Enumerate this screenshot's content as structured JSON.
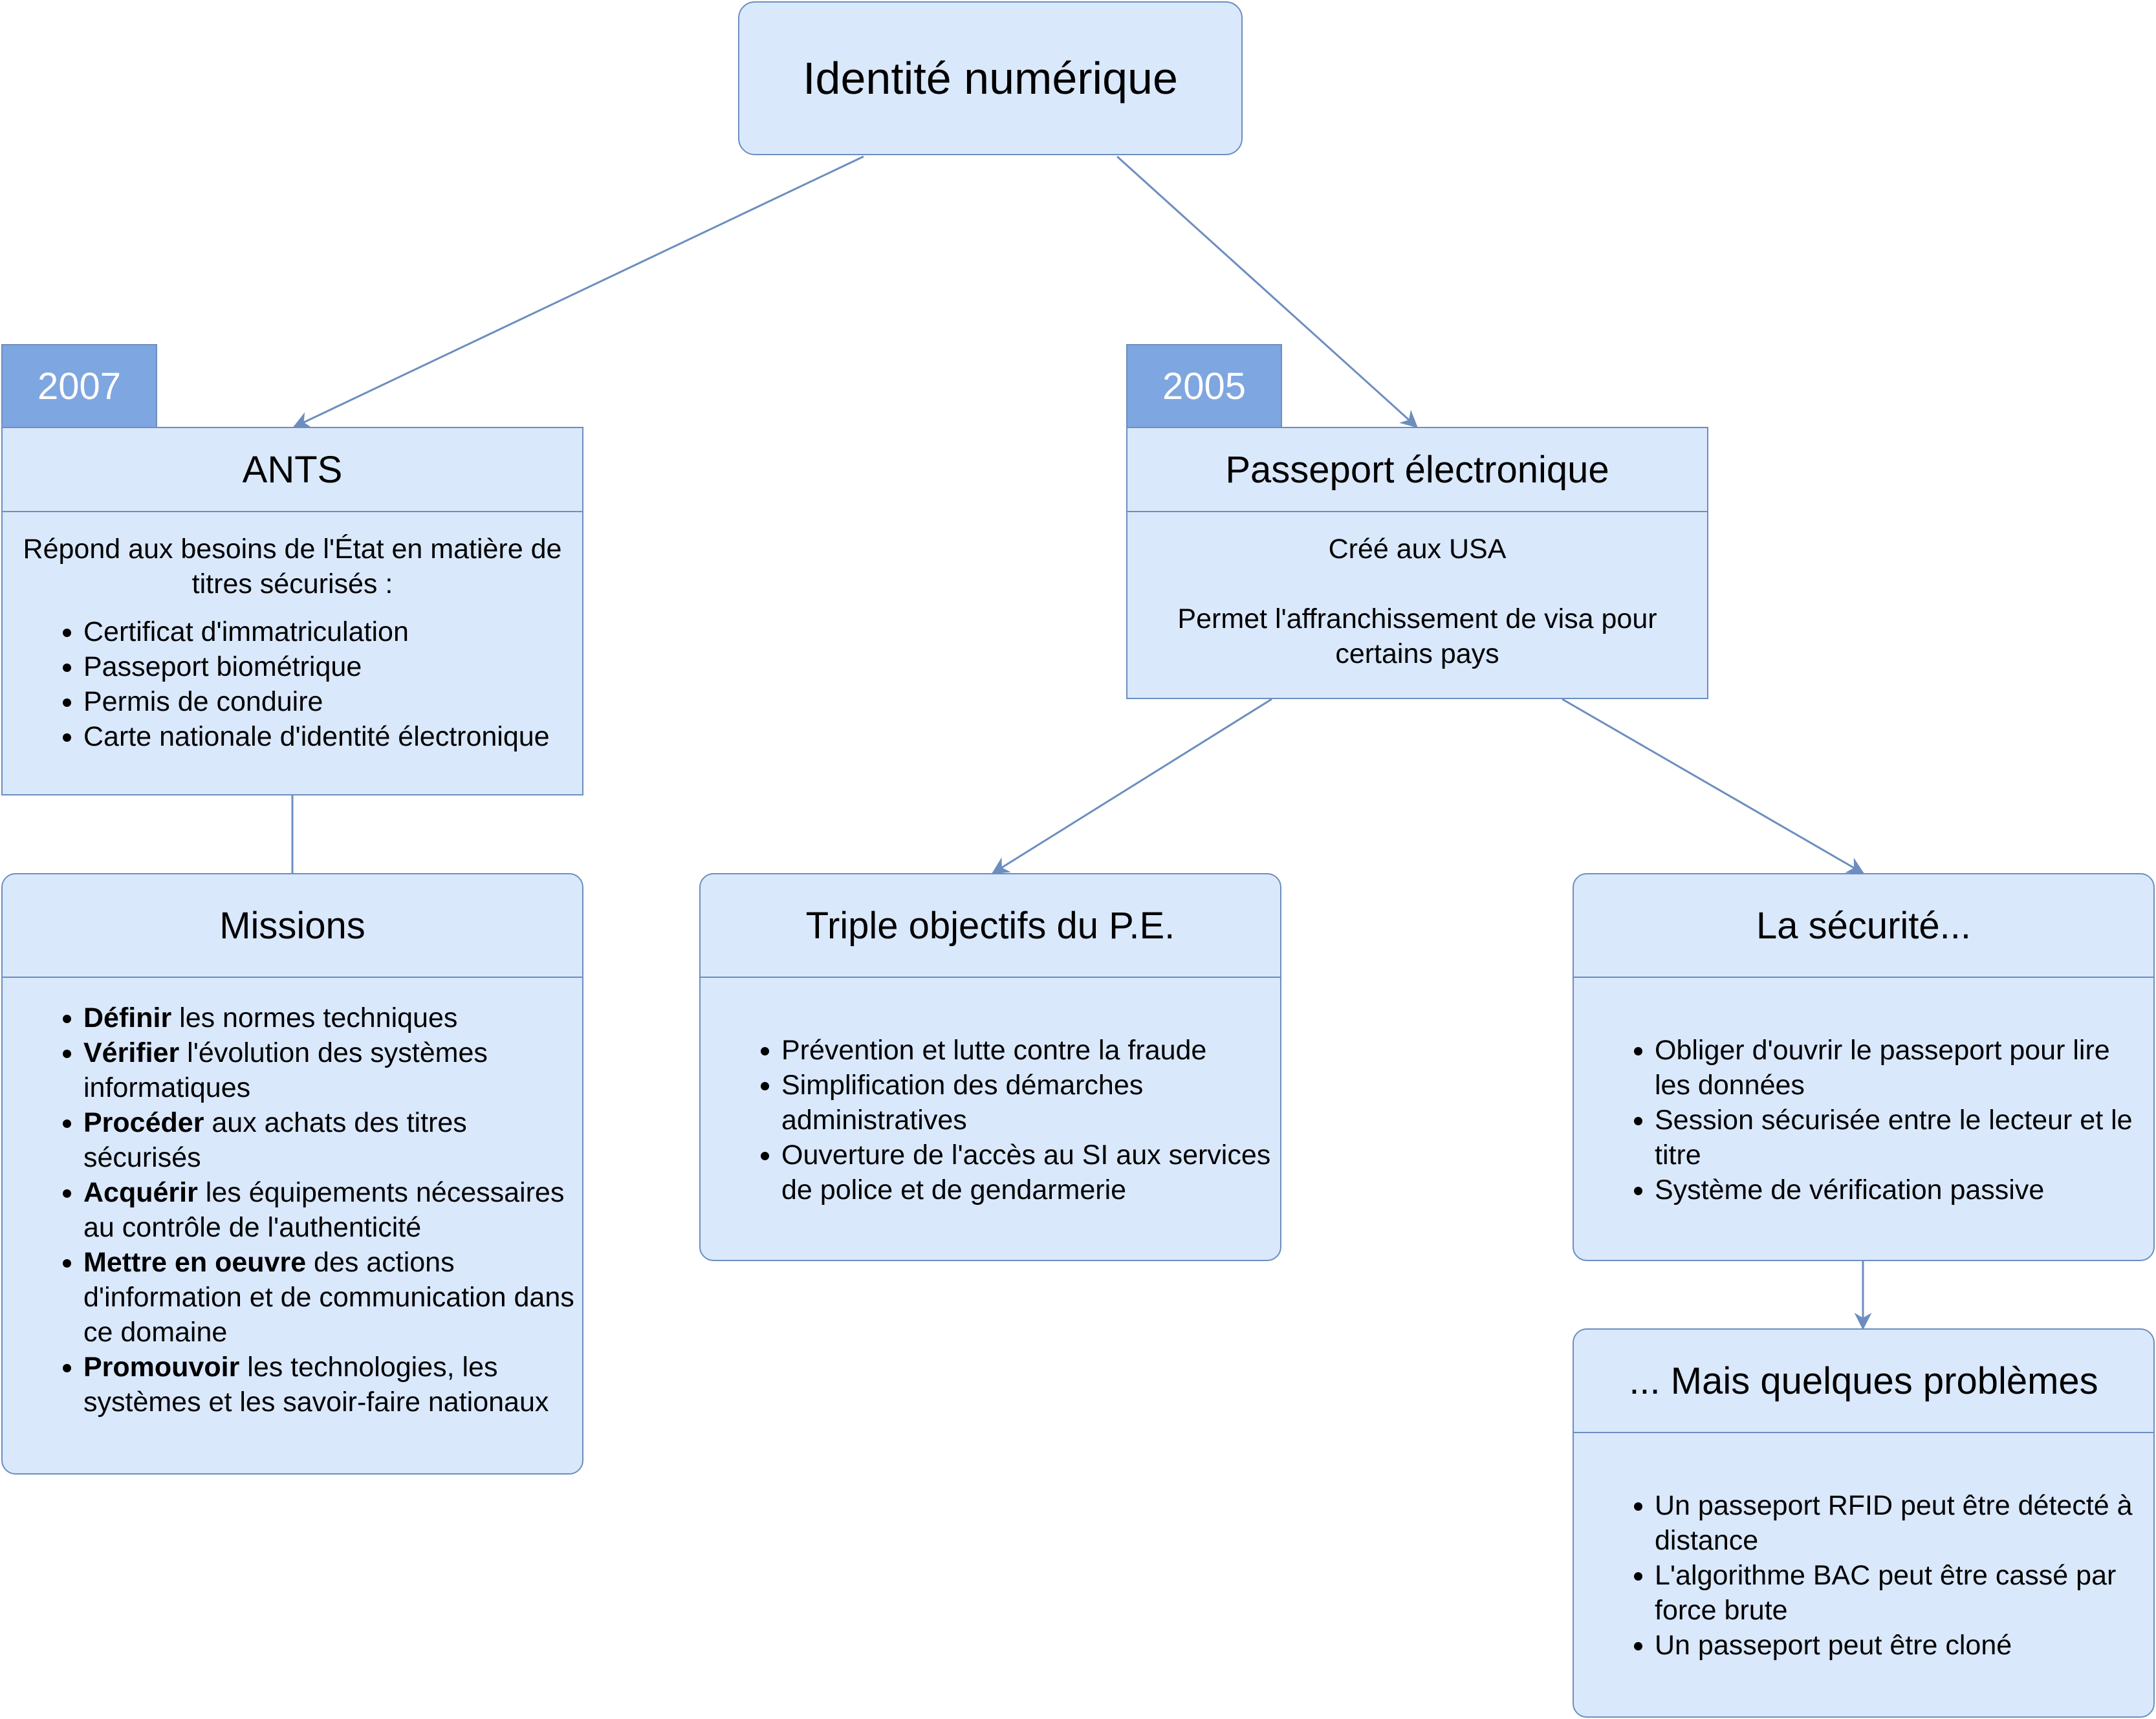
{
  "root": {
    "label": "Identité numérique"
  },
  "ants": {
    "year": "2007",
    "title": "ANTS",
    "intro": "Répond aux besoins de l'État en matière de titres sécurisés :",
    "items": [
      "Certificat d'immatriculation",
      "Passeport biométrique",
      "Permis de conduire",
      "Carte nationale d'identité électronique"
    ]
  },
  "missions": {
    "title": "Missions",
    "items": [
      {
        "bold": "Définir",
        "rest": " les normes techniques"
      },
      {
        "bold": "Vérifier",
        "rest": " l'évolution des systèmes informatiques"
      },
      {
        "bold": "Procéder",
        "rest": " aux achats des titres sécurisés"
      },
      {
        "bold": "Acquérir",
        "rest": " les équipements nécessaires au contrôle de l'authenticité"
      },
      {
        "bold": "Mettre en oeuvre",
        "rest": " des actions d'information et de communication dans ce domaine"
      },
      {
        "bold": "Promouvoir",
        "rest": " les technologies, les systèmes et les savoir-faire nationaux"
      }
    ]
  },
  "passeport": {
    "year": "2005",
    "title": "Passeport électronique",
    "line1": "Créé aux USA",
    "line2": "Permet l'affranchissement de visa pour certains pays"
  },
  "objectifs": {
    "title": "Triple objectifs du P.E.",
    "items": [
      "Prévention et lutte contre la fraude",
      "Simplification des démarches administratives",
      "Ouverture de l'accès au SI aux services de police et de gendarmerie"
    ]
  },
  "securite": {
    "title": "La sécurité...",
    "items": [
      "Obliger d'ouvrir le passeport pour lire les données",
      "Session sécurisée entre le lecteur et le titre",
      "Système de vérification passive"
    ]
  },
  "problemes": {
    "title": "... Mais quelques problèmes",
    "items": [
      "Un passeport RFID peut être détecté à distance",
      "L'algorithme BAC peut être cassé par force brute",
      "Un passeport peut être cloné"
    ]
  },
  "colors": {
    "fill": "#dae8fc",
    "stroke": "#6c8ebf",
    "year_fill": "#7ea6e0"
  }
}
